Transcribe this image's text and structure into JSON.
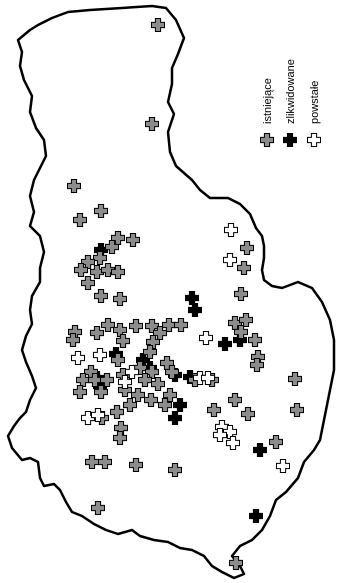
{
  "legend": {
    "existing_label": "istniejące",
    "closed_label": "zlikwidowane",
    "new_label": "powstałe"
  },
  "symbol_colors": {
    "existing": "#8c8c8c",
    "closed": "#000000",
    "new": "#ffffff",
    "outline": "#000000"
  },
  "marker_icon": "cross-icon",
  "sites": {
    "existing": [
      [
        158,
        25
      ],
      [
        152,
        124
      ],
      [
        74,
        186
      ],
      [
        101,
        211
      ],
      [
        80,
        220
      ],
      [
        118,
        238
      ],
      [
        133,
        240
      ],
      [
        112,
        247
      ],
      [
        247,
        248
      ],
      [
        100,
        258
      ],
      [
        88,
        262
      ],
      [
        81,
        270
      ],
      [
        97,
        272
      ],
      [
        108,
        270
      ],
      [
        118,
        272
      ],
      [
        88,
        283
      ],
      [
        244,
        268
      ],
      [
        101,
        296
      ],
      [
        120,
        299
      ],
      [
        241,
        294
      ],
      [
        169,
        325
      ],
      [
        181,
        325
      ],
      [
        75,
        332
      ],
      [
        97,
        333
      ],
      [
        108,
        325
      ],
      [
        120,
        330
      ],
      [
        136,
        326
      ],
      [
        152,
        326
      ],
      [
        73,
        340
      ],
      [
        123,
        341
      ],
      [
        160,
        333
      ],
      [
        153,
        342
      ],
      [
        150,
        352
      ],
      [
        235,
        323
      ],
      [
        246,
        320
      ],
      [
        241,
        332
      ],
      [
        255,
        340
      ],
      [
        258,
        357
      ],
      [
        257,
        365
      ],
      [
        118,
        360
      ],
      [
        91,
        372
      ],
      [
        123,
        375
      ],
      [
        167,
        363
      ],
      [
        83,
        380
      ],
      [
        95,
        380
      ],
      [
        107,
        380
      ],
      [
        140,
        368
      ],
      [
        152,
        372
      ],
      [
        125,
        390
      ],
      [
        145,
        380
      ],
      [
        158,
        384
      ],
      [
        172,
        372
      ],
      [
        195,
        380
      ],
      [
        212,
        380
      ],
      [
        295,
        379
      ],
      [
        80,
        392
      ],
      [
        101,
        392
      ],
      [
        138,
        395
      ],
      [
        151,
        400
      ],
      [
        170,
        395
      ],
      [
        235,
        400
      ],
      [
        130,
        405
      ],
      [
        165,
        405
      ],
      [
        117,
        412
      ],
      [
        102,
        418
      ],
      [
        214,
        410
      ],
      [
        297,
        410
      ],
      [
        121,
        428
      ],
      [
        120,
        438
      ],
      [
        248,
        414
      ],
      [
        92,
        462
      ],
      [
        105,
        462
      ],
      [
        136,
        465
      ],
      [
        175,
        470
      ],
      [
        276,
        442
      ],
      [
        98,
        508
      ],
      [
        236,
        563
      ]
    ],
    "closed": [
      [
        101,
        250
      ],
      [
        192,
        298
      ],
      [
        195,
        310
      ],
      [
        225,
        344
      ],
      [
        240,
        340
      ],
      [
        116,
        354
      ],
      [
        143,
        360
      ],
      [
        150,
        368
      ],
      [
        97,
        378
      ],
      [
        100,
        386
      ],
      [
        175,
        375
      ],
      [
        190,
        377
      ],
      [
        180,
        405
      ],
      [
        175,
        418
      ],
      [
        260,
        450
      ],
      [
        256,
        516
      ]
    ],
    "new": [
      [
        231,
        230
      ],
      [
        230,
        260
      ],
      [
        206,
        338
      ],
      [
        78,
        358
      ],
      [
        100,
        355
      ],
      [
        132,
        372
      ],
      [
        125,
        382
      ],
      [
        200,
        378
      ],
      [
        208,
        378
      ],
      [
        88,
        418
      ],
      [
        98,
        415
      ],
      [
        222,
        427
      ],
      [
        230,
        432
      ],
      [
        220,
        435
      ],
      [
        233,
        443
      ],
      [
        283,
        466
      ]
    ]
  }
}
